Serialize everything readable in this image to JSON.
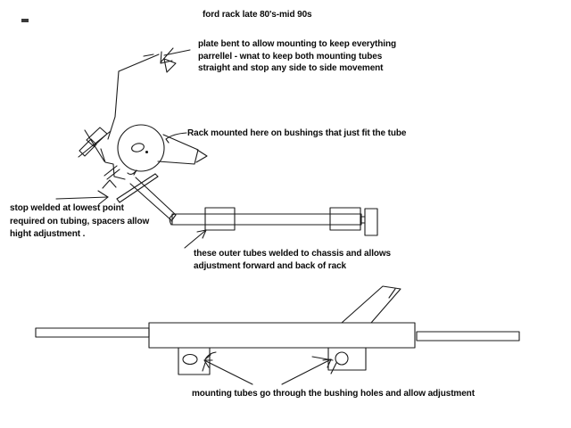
{
  "window": {
    "background_color": "#ffffff",
    "ink_color": "#1b1b1b"
  },
  "title": "ford rack late 80's-mid 90s",
  "notes": {
    "plate": {
      "lines": [
        "plate bent to allow mounting to keep everything",
        "parrellel -  wnat to keep both mounting tubes",
        "straight and stop any side to side movement"
      ]
    },
    "rack": {
      "text": "Rack mounted here on bushings that just fit the tube"
    },
    "stop": {
      "lines": [
        "stop welded at lowest point",
        "required on tubing, spacers allow",
        "hight adjustment ."
      ]
    },
    "outer_tubes": {
      "lines": [
        "these outer tubes welded to chassis and allows",
        "adjustment forward and back of rack"
      ]
    },
    "mounting_tubes": {
      "text": "mounting tubes go through the bushing holes and allow adjustment"
    }
  }
}
